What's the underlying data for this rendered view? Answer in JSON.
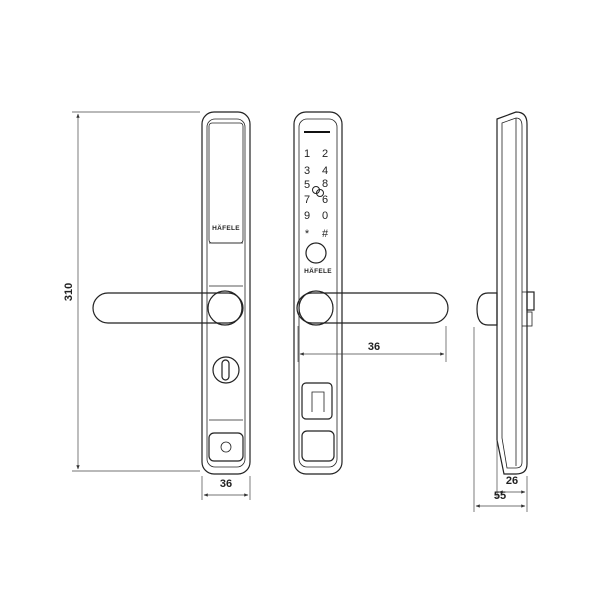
{
  "brand_front": "HÄFELE",
  "brand_keypad": "HÄFELE",
  "dimensions": {
    "height": "310",
    "front_width": "36",
    "handle_projection": "36",
    "side_depth_body": "26",
    "side_depth_total": "55"
  },
  "keypad": {
    "rows": [
      [
        "1",
        "2"
      ],
      [
        "3",
        "4"
      ],
      [
        "5",
        "6"
      ],
      [
        "7",
        "8"
      ],
      [
        "9",
        "0"
      ],
      [
        "*",
        "#"
      ]
    ]
  }
}
